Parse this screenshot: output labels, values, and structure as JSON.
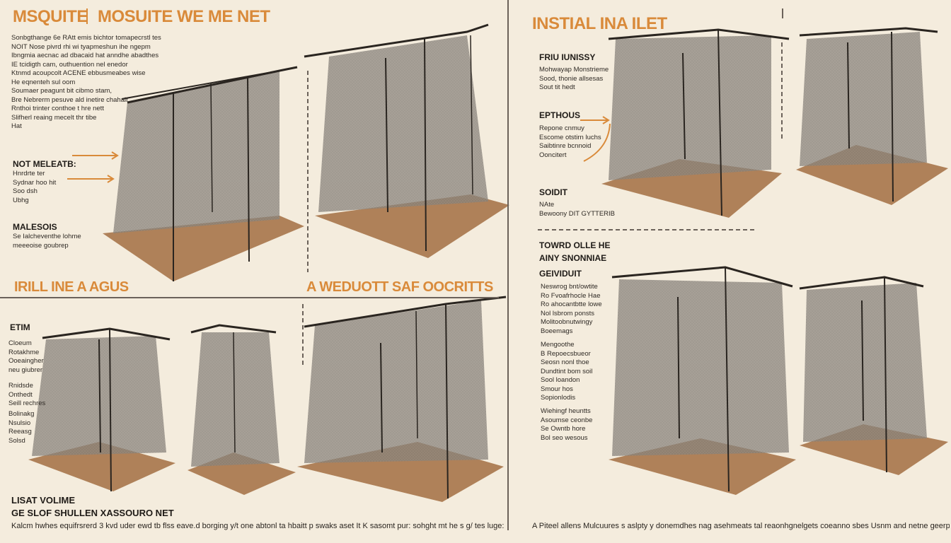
{
  "titles": {
    "top_left_a": "MSQUITE",
    "top_left_b": "MOSUITE WE ME NET",
    "top_right": "INSTIAL INA ILET",
    "mid_left": "IRILL INE A AGUS",
    "mid_center": "A WEDUOTT SAF OOCRITTS"
  },
  "left_top": {
    "intro": "Sonbgthange 6e RAtt emis bichtor tomapecrstl tes\nNOIT Nose pivrd rhi wi tyapmeshun ihe ngepm\nIbngmia aecnac ad dbacaid hat anndhe abadthes\nIE tcidigth cam, outhuention nel enedor\nKtnmd acoupcolt ACENE ebbusmeabes wise\nHe eqnenteh sul oom\nSoumaer peagunt bit cibmo stam,\nBre Nebrerm pesuve ald inetire chahair\nRnthoi trinter conthoe t hre nett\nSlifherl reaing mecelt thr tibe\nHat",
    "label1": "NOT MELEATB:",
    "text1": "Hnrdrte ter\nSydnar hoo hit\nSoo dsh\nUbhg",
    "label2": "MALESOIS",
    "text2": "Se Ialcheventhe lohme\nmeeeoise goubrep"
  },
  "left_bottom": {
    "label": "ETIM",
    "text_a": "Cloeum\nRotakhme\nOoeaingher\nneu giubrer",
    "text_b": "Rnidsde\nOnthedt\nSeill rechres",
    "text_c": "Bolinakg\nNsulsio\nReeasg\nSolsd"
  },
  "right_top": {
    "label1": "FRIU IUNISSY",
    "text1": "Mohwayap Monstrieme\nSood, thonie allsesas\nSout tit hedt",
    "label2": "EPTHOUS",
    "text2": "Repone cnmuy\nEscome otstirn luchs\nSaibtinre bcnnoid\nOoncitert",
    "label3": "SOIDIT",
    "text3": "NAte\nBewoony DIT GYTTERIB",
    "label4": "TOWRD OLLE HE",
    "label5": "AINY SNONNIAE",
    "label6": "GEIVIDUIT"
  },
  "right_bottom": {
    "text1": "Neswrog bnt/owtite\nRo Fvoafrhocle Hae\nRo ahocantbtte lowe\nNol lsbrom ponsts\nMolitoobnutwingy\nBoeemags",
    "text2": "Mengoothe\nB Repoecsbueor\nSeosn nonl thoe\nDundtint bom soil\nSool loandon\nSmour hos\nSopionlodis",
    "text3": "Wiehingf heuntts\nAsoumse ceonbe\nSe Owntb hore\nBol seo wesous"
  },
  "footer": {
    "left_title_a": "LISAT VOLIME",
    "left_title_b": "GE SLOF SHULLEN XASSOURO NET",
    "left_line": "Kalcm hwhes equifrsrerd 3 kvd uder ewd tb flss eave.d borging y/t one abtonl ta hbaitt p swaks aset It K sasomt pur: sohght mt he s g/ tes luge:",
    "right_line": "A Piteel allens Mulcuures s aslpty y donemdhes nag asehmeats tal reaonhgnelgets coeanno sbes Usnm and netne geerp ire"
  },
  "colors": {
    "background": "#f4ecdd",
    "accent": "#d98a3a",
    "net": "#8a857e",
    "base": "#a7764a",
    "pole": "#2a2520"
  }
}
